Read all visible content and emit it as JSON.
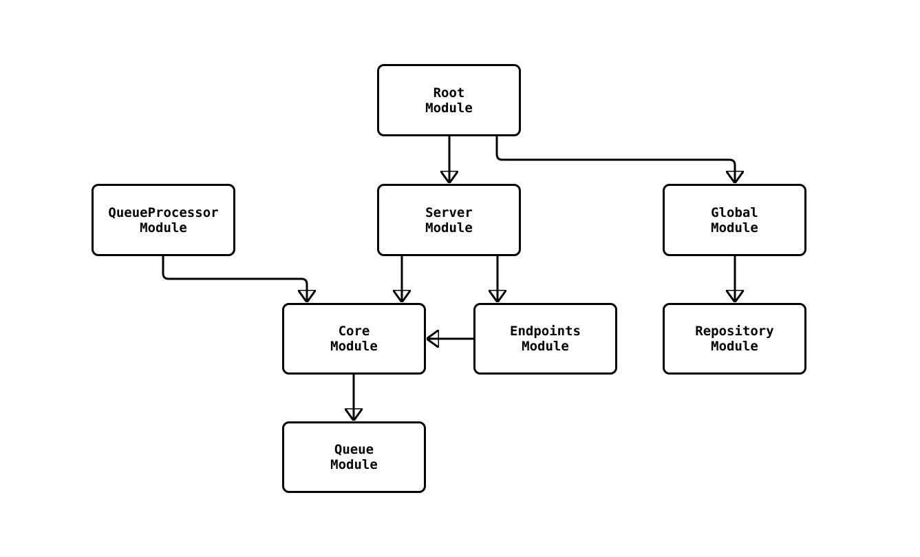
{
  "diagram": {
    "type": "flowchart",
    "direction": "top-down",
    "background_color": "#ffffff",
    "node_style": {
      "fill_color": "#ffffff",
      "border_color": "#000000",
      "text_color": "#000000"
    },
    "edge_color": "#000000",
    "nodes": [
      {
        "id": "root-module",
        "label": "Root\nModule"
      },
      {
        "id": "queueprocessor-module",
        "label": "QueueProcessor\nModule"
      },
      {
        "id": "server-module",
        "label": "Server\nModule"
      },
      {
        "id": "global-module",
        "label": "Global\nModule"
      },
      {
        "id": "core-module",
        "label": "Core\nModule"
      },
      {
        "id": "endpoints-module",
        "label": "Endpoints\nModule"
      },
      {
        "id": "repository-module",
        "label": "Repository\nModule"
      },
      {
        "id": "queue-module",
        "label": "Queue\nModule"
      }
    ],
    "edges": [
      {
        "from": "root-module",
        "to": "server-module"
      },
      {
        "from": "root-module",
        "to": "global-module"
      },
      {
        "from": "queueprocessor-module",
        "to": "core-module"
      },
      {
        "from": "server-module",
        "to": "core-module"
      },
      {
        "from": "server-module",
        "to": "endpoints-module"
      },
      {
        "from": "endpoints-module",
        "to": "core-module"
      },
      {
        "from": "global-module",
        "to": "repository-module"
      },
      {
        "from": "core-module",
        "to": "queue-module"
      }
    ]
  }
}
